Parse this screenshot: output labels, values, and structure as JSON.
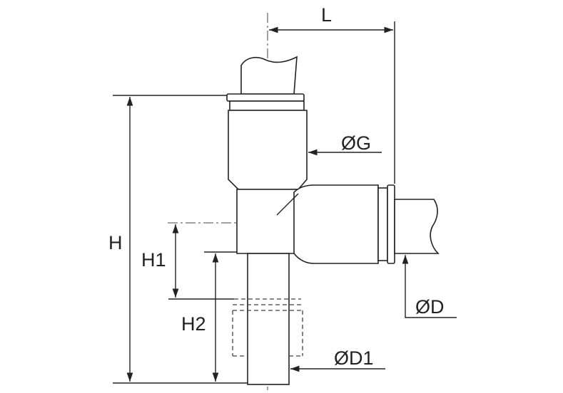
{
  "labels": {
    "L": "L",
    "H": "H",
    "H1": "H1",
    "H2": "H2",
    "G": "ØG",
    "D": "ØD",
    "D1": "ØD1"
  },
  "colors": {
    "line": "#222222",
    "background": "#ffffff"
  }
}
